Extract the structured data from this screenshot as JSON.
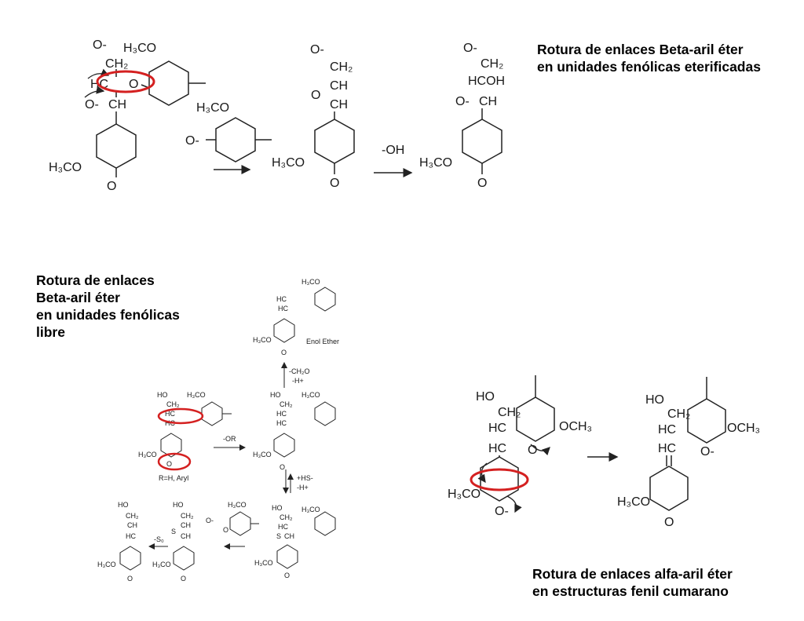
{
  "captions": {
    "top": [
      "Rotura de enlaces Beta-aril éter",
      "en unidades fenólicas eterificadas"
    ],
    "left": [
      "Rotura de enlaces",
      "Beta-aril éter",
      "en unidades fenólicas",
      "libre"
    ],
    "right": [
      "Rotura de enlaces alfa-aril éter",
      "en estructuras fenil cumarano"
    ]
  },
  "reagents": {
    "hydroxide": "-OH",
    "minus_or": "-OR",
    "minus_ch2o": "-CH₂O",
    "minus_h": "-H+",
    "plus_hs": "+HS-",
    "minus_s0": "-S₀",
    "r_group": "R=H, Aryl"
  },
  "product_names": {
    "enol_ether": "Enol Ether"
  },
  "atom_labels": {
    "h3co": "H₃CO",
    "och3": "OCH₃",
    "o_minus": "O-",
    "ch2": "CH₂",
    "ch": "CH",
    "hc": "HC",
    "hcoh": "HCOH",
    "ho": "HO",
    "o": "O",
    "s": "S"
  },
  "colors": {
    "highlight": "#d42020",
    "line": "#222222"
  }
}
